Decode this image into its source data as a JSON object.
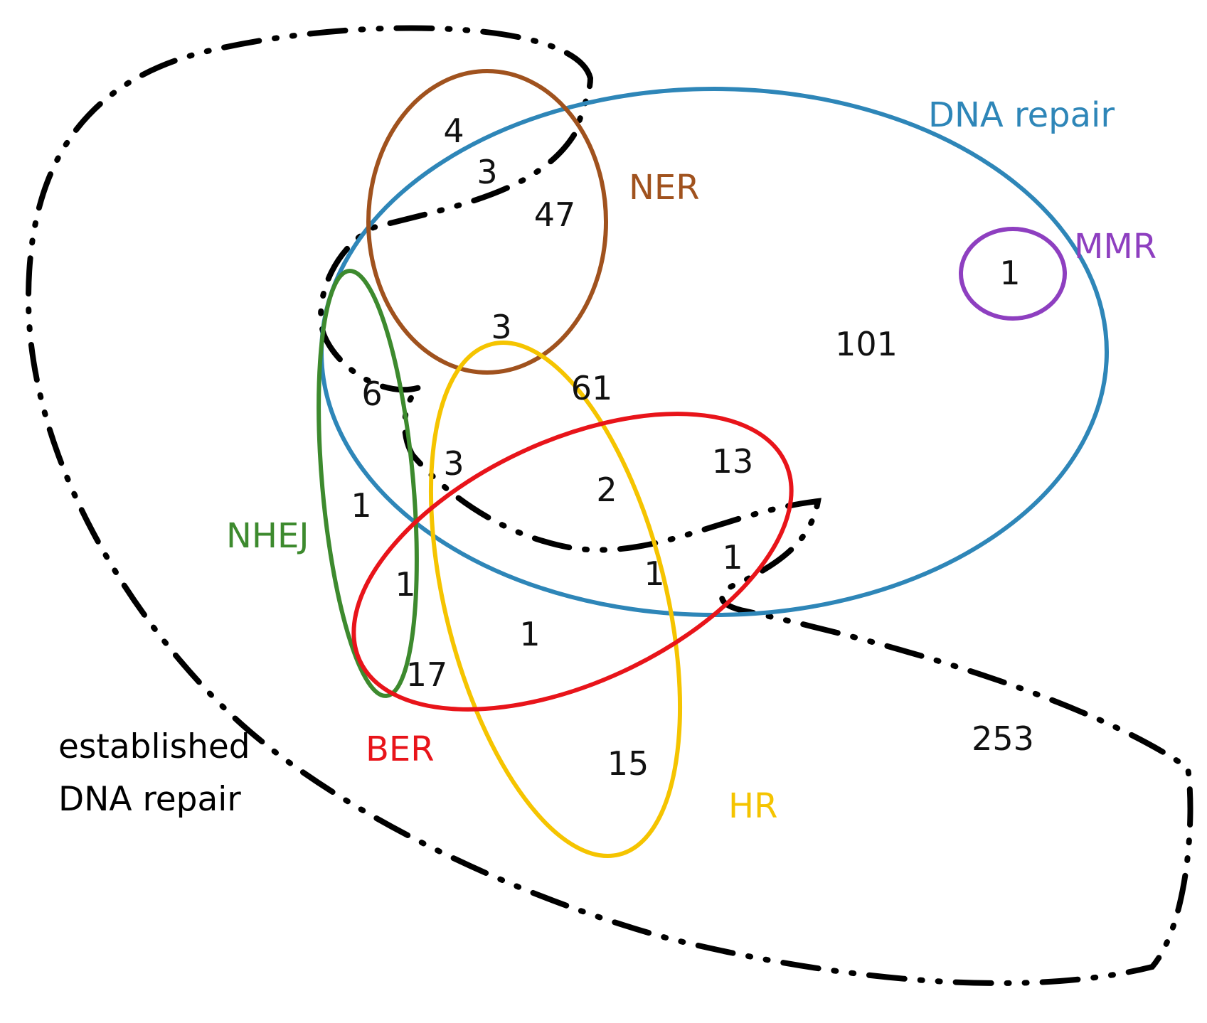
{
  "colors": {
    "dna_repair": "#2e86b8",
    "ner": "#a0521e",
    "mmr": "#8e3fc0",
    "nhej": "#3d8a2e",
    "hr": "#f5c400",
    "ber": "#e8141a",
    "established": "#000000"
  },
  "sets": {
    "dna_repair": {
      "label": "DNA repair"
    },
    "ner": {
      "label": "NER"
    },
    "mmr": {
      "label": "MMR"
    },
    "nhej": {
      "label": "NHEJ"
    },
    "ber": {
      "label": "BER"
    },
    "hr": {
      "label": "HR"
    },
    "established": {
      "label_line1": "established",
      "label_line2": "DNA repair"
    }
  },
  "counts": {
    "ner_established_only": "4",
    "ner_established_dnarepair_top": "3",
    "ner_dnarepair": "47",
    "ner_hr_dnarepair": "3",
    "mmr_dnarepair": "1",
    "dnarepair_only": "101",
    "nhej_dnarepair_ner": "6",
    "dnarepair_hr": "61",
    "nhej_established_dnarepair_hr": "3",
    "ber_hr_dnarepair": "2",
    "ber_dnarepair": "13",
    "nhej_established": "1",
    "nhej_ber_established": "1",
    "ber_hr_established_dnarepair": "1",
    "ber_dnarepair_established": "1",
    "ber_hr_established": "1",
    "ber_established": "17",
    "hr_established": "15",
    "established_only": "253"
  }
}
